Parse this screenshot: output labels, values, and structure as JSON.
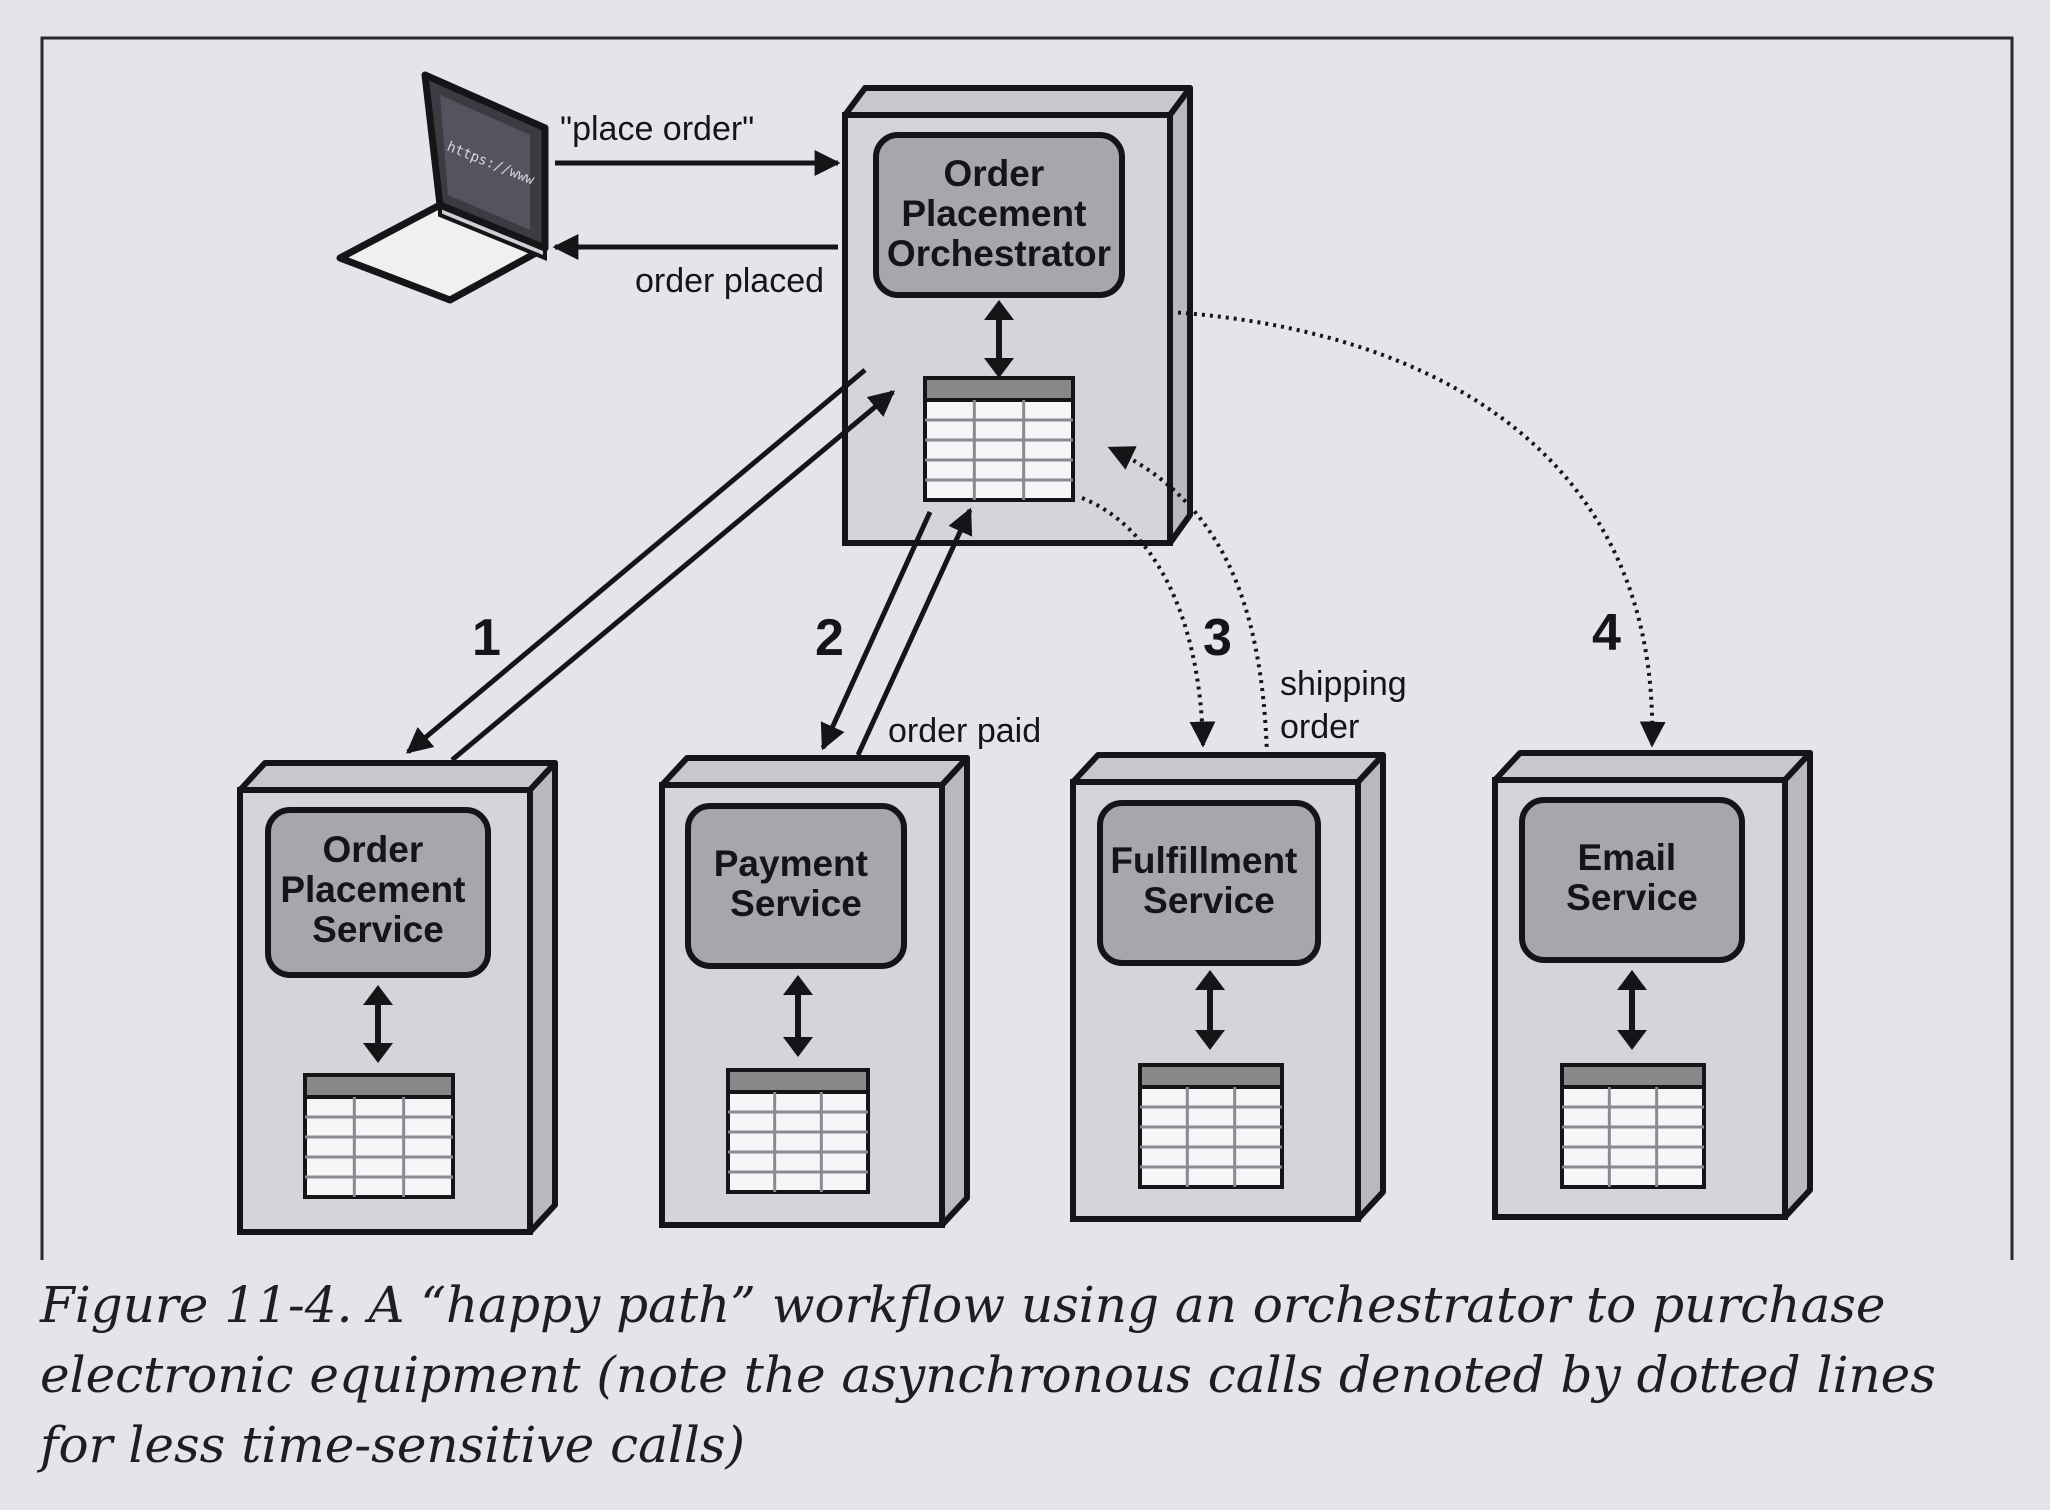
{
  "orchestrator": {
    "label_lines": [
      "Order",
      "Placement",
      "Orchestrator"
    ]
  },
  "client": {
    "screen_text": "https://www",
    "request_label": "\"place order\"",
    "response_label": "order placed"
  },
  "services": [
    {
      "id": "order-placement-service",
      "label_lines": [
        "Order",
        "Placement",
        "Service"
      ]
    },
    {
      "id": "payment-service",
      "label_lines": [
        "Payment",
        "Service"
      ]
    },
    {
      "id": "fulfillment-service",
      "label_lines": [
        "Fulfillment",
        "Service"
      ]
    },
    {
      "id": "email-service",
      "label_lines": [
        "Email",
        "Service"
      ]
    }
  ],
  "steps": [
    {
      "number": "1",
      "return_label": ""
    },
    {
      "number": "2",
      "return_label": "order paid"
    },
    {
      "number": "3",
      "return_label_lines": [
        "shipping",
        "order"
      ]
    },
    {
      "number": "4",
      "return_label": ""
    }
  ],
  "caption": {
    "figure_label": "Figure 11-4.",
    "text": "A “happy path” workflow using an orchestrator to purchase electronic equipment (note the asynchronous calls denoted by dotted lines for less time-sensitive calls)"
  },
  "colors": {
    "page": "#e6e3ea",
    "box_face": "#d6d4da",
    "box_side": "#c2c0c6",
    "label_box": "#a8a6ac",
    "table_header": "#888888",
    "table_body": "#f6f6f8",
    "ink": "#151518"
  }
}
